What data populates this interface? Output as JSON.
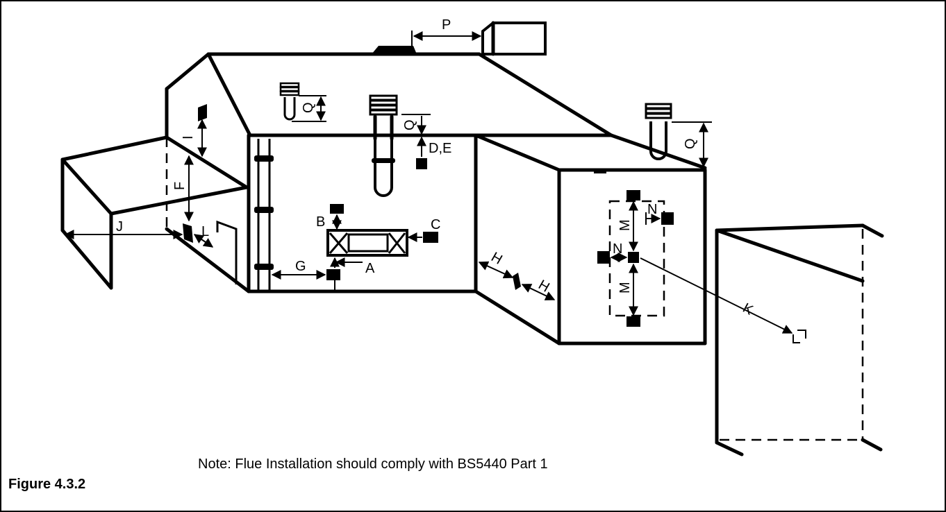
{
  "figure": {
    "caption": "Figure 4.3.2",
    "note": "Note: Flue Installation should comply with BS5440 Part 1"
  },
  "labels": {
    "A": "A",
    "B": "B",
    "C": "C",
    "DE": "D,E",
    "F": "F",
    "G": "G",
    "H": "H",
    "I": "I",
    "J": "J",
    "K": "K",
    "L": "L",
    "M": "M",
    "N": "N",
    "P": "P",
    "Q": "Q"
  }
}
